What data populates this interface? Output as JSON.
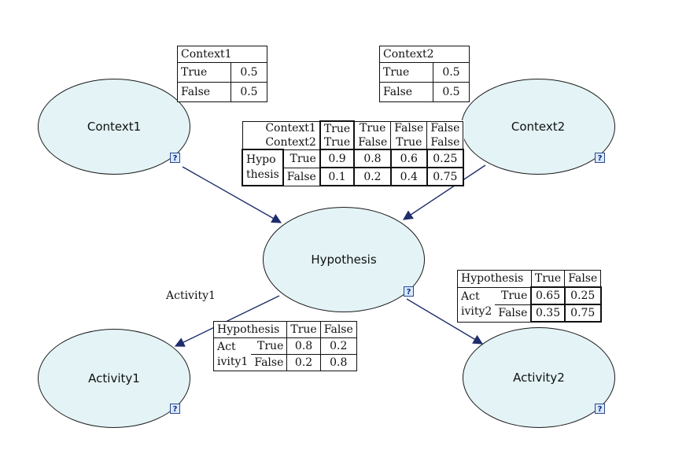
{
  "nodes": {
    "context1": {
      "label": "Context1"
    },
    "context2": {
      "label": "Context2"
    },
    "hypothesis": {
      "label": "Hypothesis"
    },
    "activity1": {
      "label": "Activity1"
    },
    "activity2": {
      "label": "Activity2"
    }
  },
  "icon_glyph": "?",
  "annotation": "Activity1",
  "tables": {
    "context1": {
      "header": "Context1",
      "rows": [
        {
          "state": "True",
          "p": "0.5"
        },
        {
          "state": "False",
          "p": "0.5"
        }
      ]
    },
    "context2": {
      "header": "Context2",
      "rows": [
        {
          "state": "True",
          "p": "0.5"
        },
        {
          "state": "False",
          "p": "0.5"
        }
      ]
    },
    "hypothesis": {
      "parent1": "Context1",
      "parent2": "Context2",
      "cols": [
        {
          "c1": "True",
          "c2": "True"
        },
        {
          "c1": "True",
          "c2": "False"
        },
        {
          "c1": "False",
          "c2": "True"
        },
        {
          "c1": "False",
          "c2": "False"
        }
      ],
      "var_top": "Hypo",
      "var_bottom": "thesis",
      "rows": [
        {
          "state": "True",
          "values": [
            "0.9",
            "0.8",
            "0.6",
            "0.25"
          ]
        },
        {
          "state": "False",
          "values": [
            "0.1",
            "0.2",
            "0.4",
            "0.75"
          ]
        }
      ]
    },
    "activity1": {
      "parent": "Hypothesis",
      "cols": [
        "True",
        "False"
      ],
      "var_top": "Act",
      "var_bottom": "ivity1",
      "rows": [
        {
          "state": "True",
          "values": [
            "0.8",
            "0.2"
          ]
        },
        {
          "state": "False",
          "values": [
            "0.2",
            "0.8"
          ]
        }
      ]
    },
    "activity2": {
      "parent": "Hypothesis",
      "cols": [
        "True",
        "False"
      ],
      "var_top": "Act",
      "var_bottom": "ivity2",
      "rows": [
        {
          "state": "True",
          "values": [
            "0.65",
            "0.25"
          ]
        },
        {
          "state": "False",
          "values": [
            "0.35",
            "0.75"
          ]
        }
      ]
    }
  }
}
